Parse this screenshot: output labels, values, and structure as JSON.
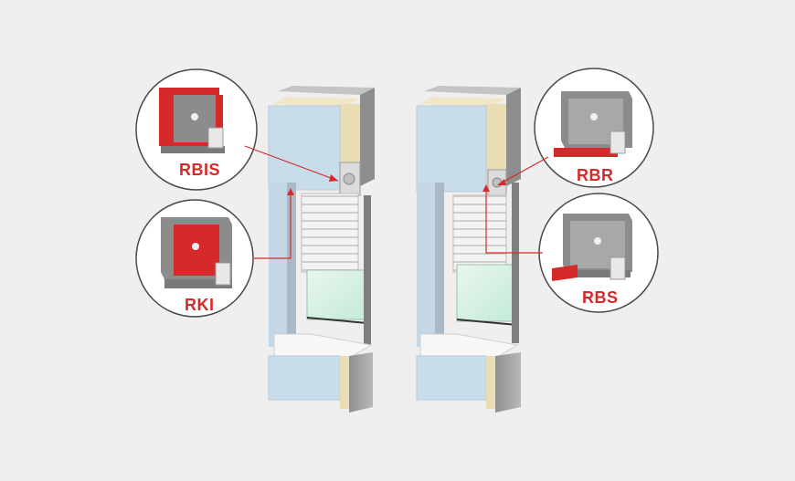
{
  "labels": {
    "rbis": "RBIS",
    "rki": "RKI",
    "rbr": "RBR",
    "rbs": "RBS"
  },
  "colors": {
    "background": "#efefef",
    "accent_red": "#d62a2a",
    "wall_blue": "#c9dcea",
    "insulation": "#f1e6c6",
    "concrete": "#a7a7a7",
    "glass": "#d6f0e2"
  }
}
